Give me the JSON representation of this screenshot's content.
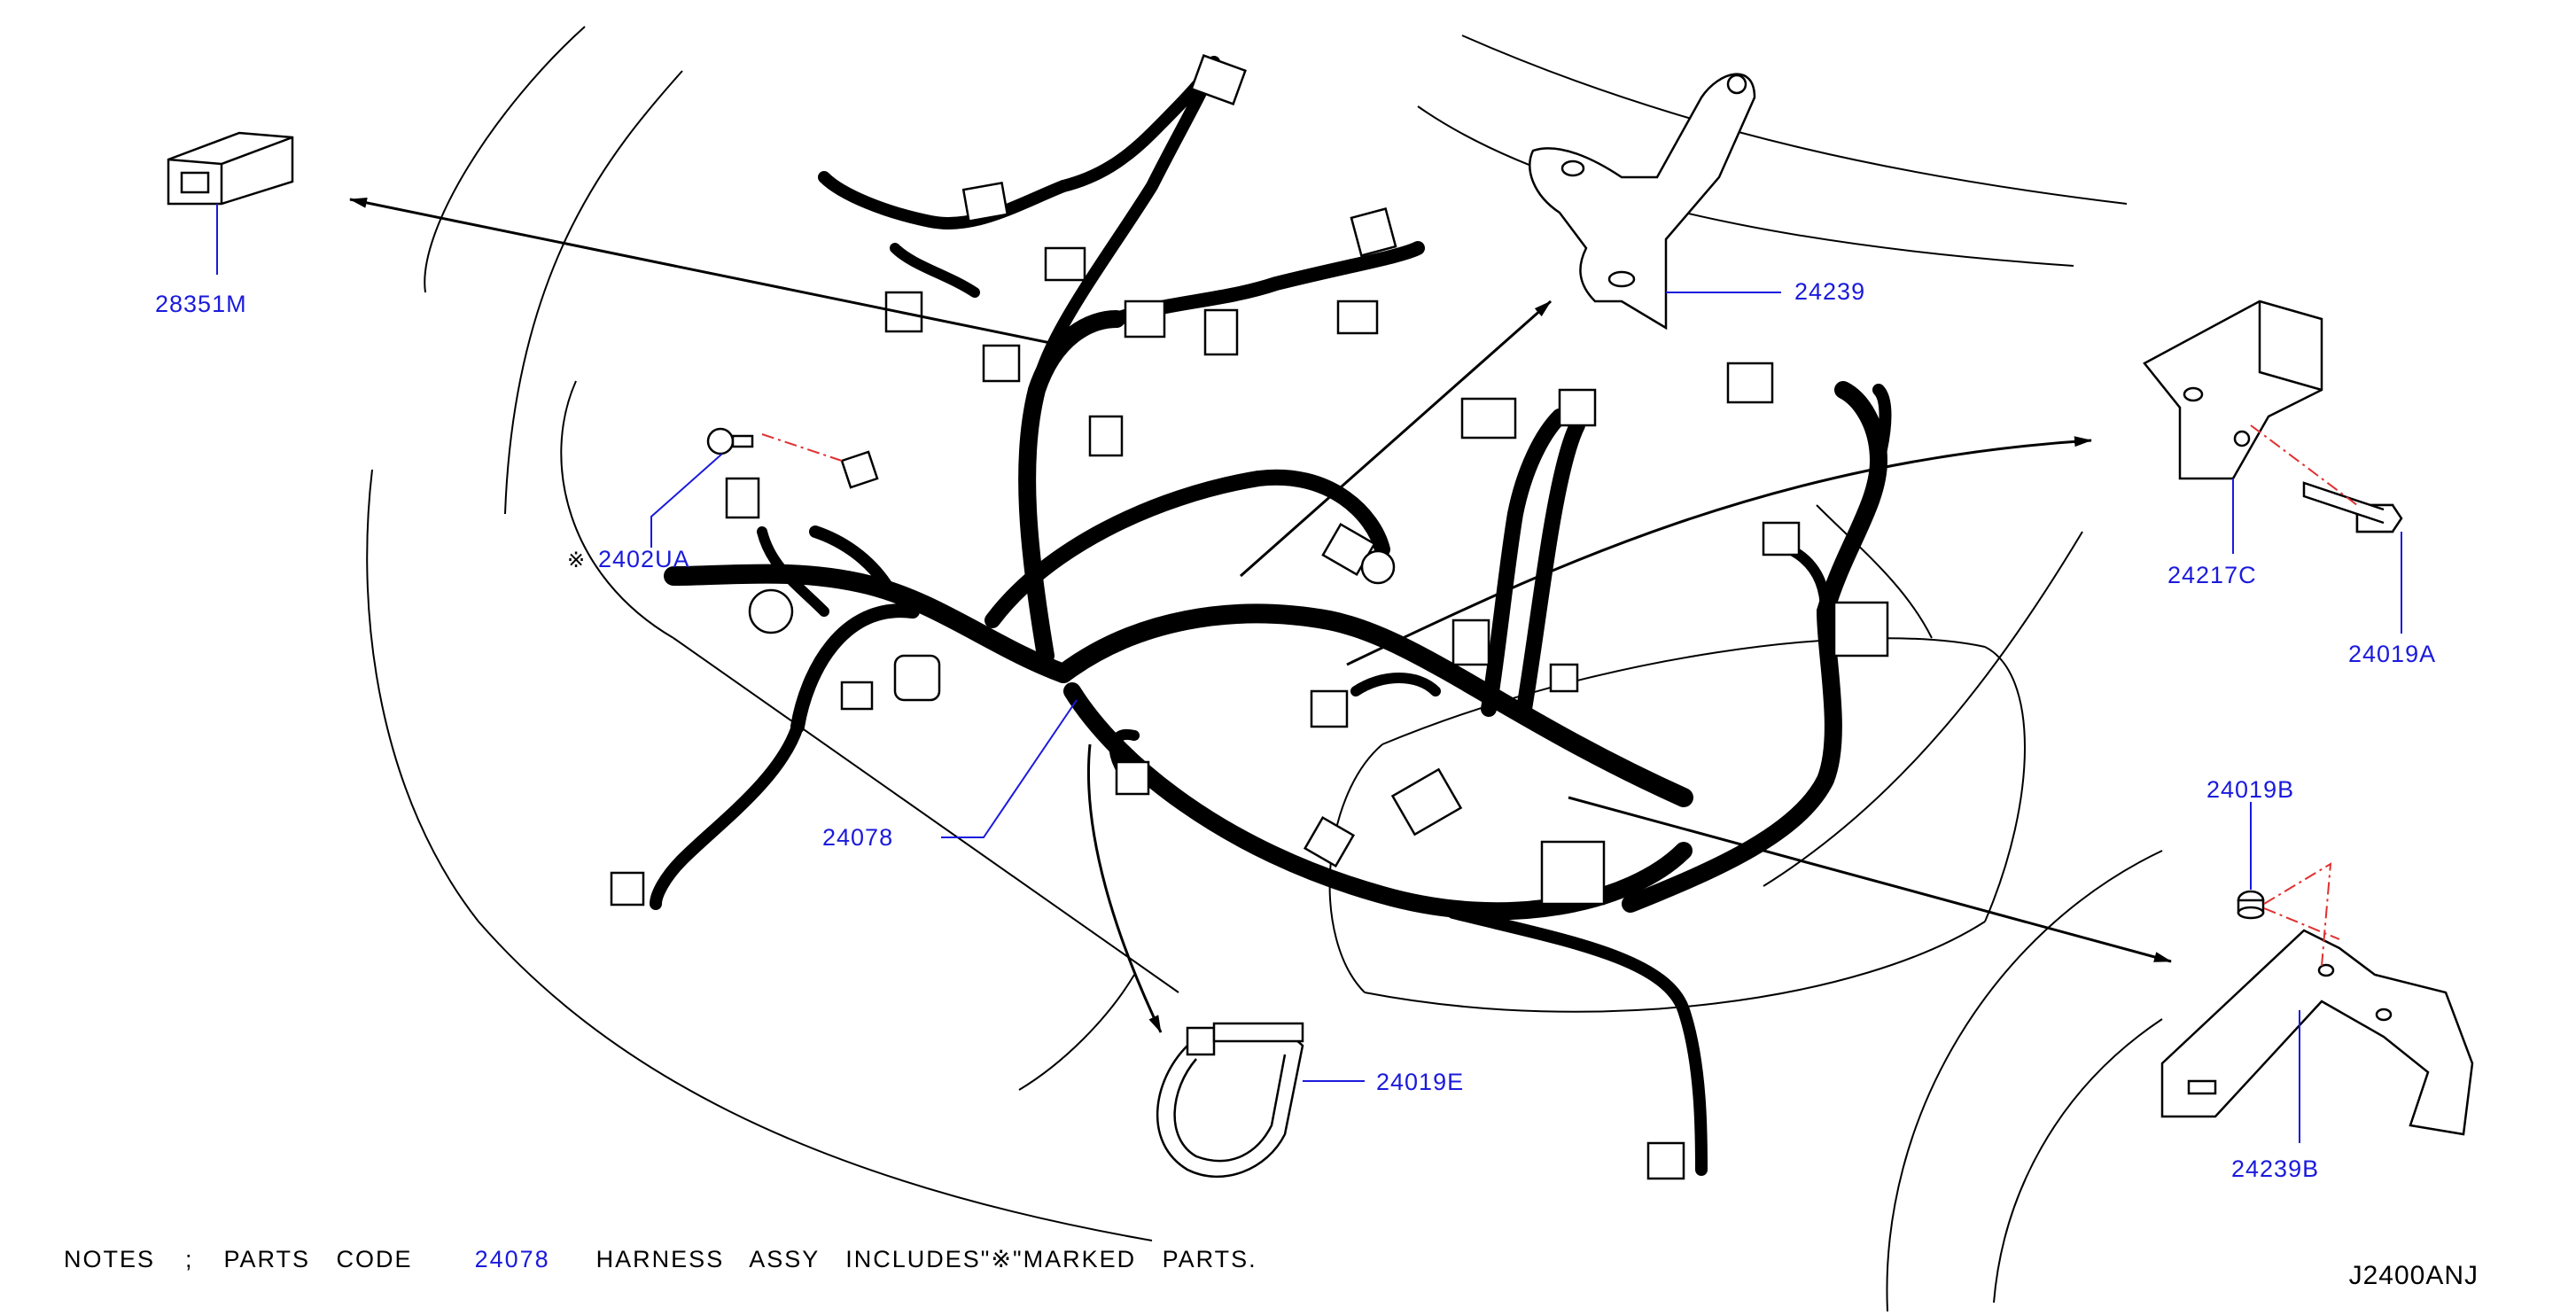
{
  "colors": {
    "callout": "#1a1adc",
    "line": "#000000",
    "leader": "#1a1adc",
    "dash": "#e03030"
  },
  "callouts": [
    {
      "id": "28351M",
      "label": "28351M"
    },
    {
      "id": "24239",
      "label": "24239"
    },
    {
      "id": "24217C",
      "label": "24217C"
    },
    {
      "id": "24019A",
      "label": "24019A"
    },
    {
      "id": "2402UA",
      "label": "2402UA",
      "mark": "※"
    },
    {
      "id": "24078",
      "label": "24078"
    },
    {
      "id": "24019B",
      "label": "24019B"
    },
    {
      "id": "24239B",
      "label": "24239B"
    },
    {
      "id": "24019E",
      "label": "24019E"
    }
  ],
  "notes": {
    "prefix": "NOTES",
    "separator": ";",
    "words": "PARTS CODE",
    "code": "24078",
    "text": "HARNESS ASSY INCLUDES\"※\"MARKED PARTS."
  },
  "diagram_id": "J2400ANJ"
}
